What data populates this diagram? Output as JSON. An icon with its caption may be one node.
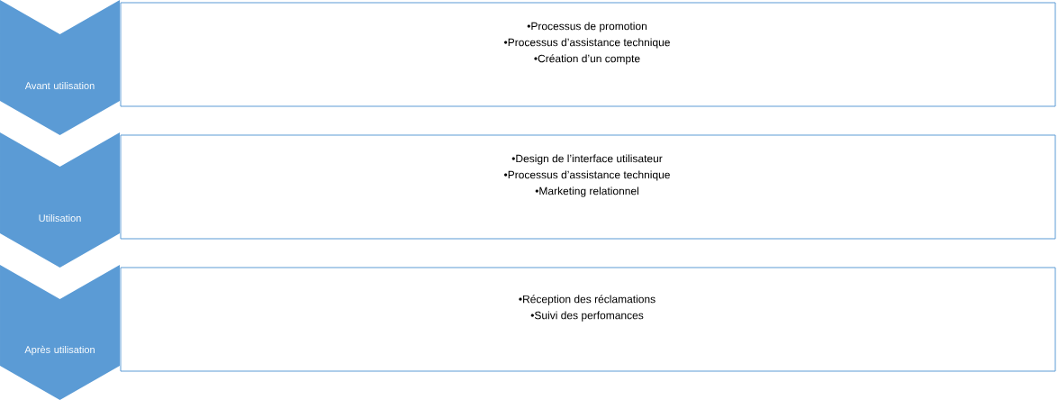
{
  "diagram": {
    "nodes": [
      {
        "text": [
          "Avant utilisation"
        ]
      },
      {
        "text": [
          "•Processus de promotion",
          "•Processus d’assistance technique",
          "•Création d’un compte"
        ]
      },
      {
        "text": [
          "Utilisation"
        ]
      },
      {
        "text": [
          "•Design de l’interface utilisateur",
          "•Processus d’assistance technique",
          "•Marketing relationnel"
        ]
      },
      {
        "text": [
          "Après utilisation"
        ]
      },
      {
        "text": [
          "•Réception des réclamations",
          "•Suivi des perfomances"
        ]
      }
    ]
  }
}
